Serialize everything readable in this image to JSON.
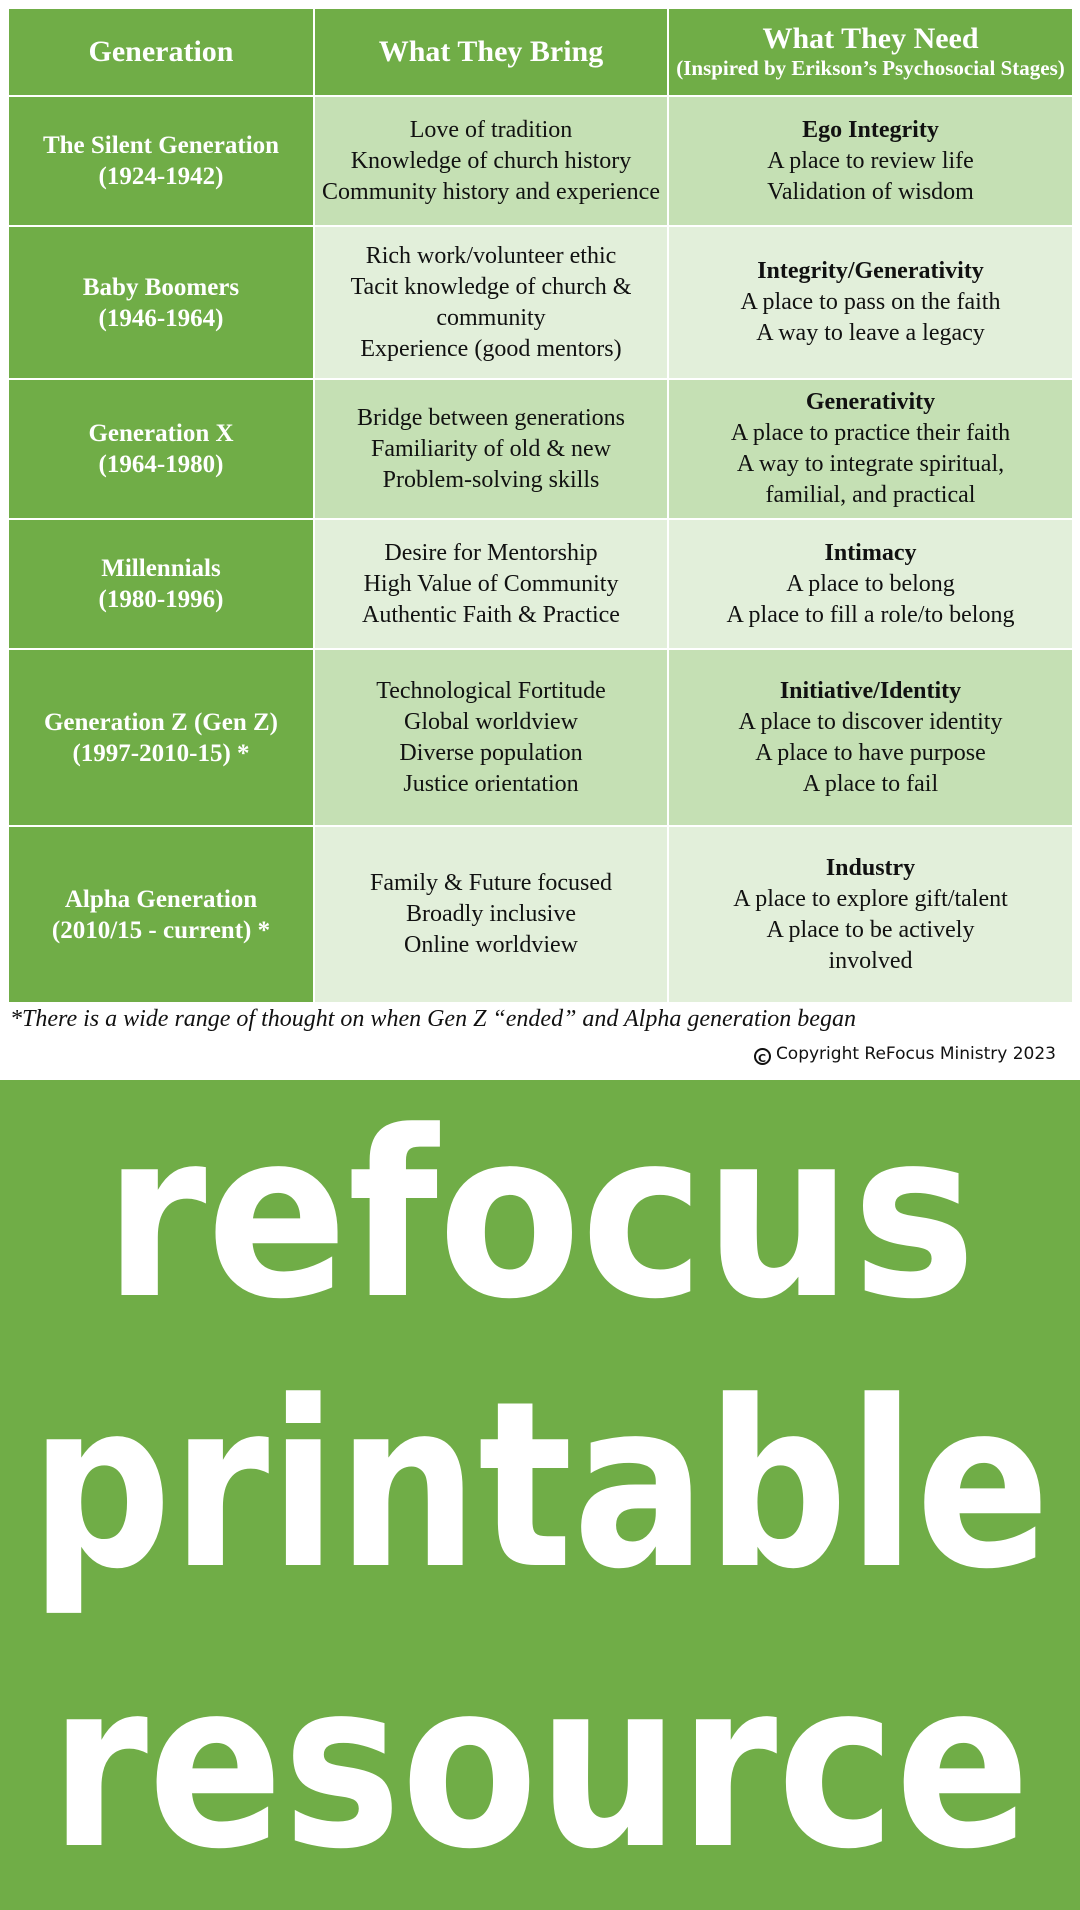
{
  "header": {
    "generation": "Generation",
    "bring": "What They Bring",
    "need": "What They Need",
    "need_sub": "(Inspired by Erikson’s Psychosocial Stages)"
  },
  "rows": [
    {
      "name": "The Silent Generation",
      "years": "(1924-1942)",
      "bring": [
        "Love of tradition",
        "Knowledge of church history",
        "Community history and experience"
      ],
      "need_title": "Ego Integrity",
      "need": [
        "A place to review life",
        "Validation of wisdom"
      ]
    },
    {
      "name": "Baby Boomers",
      "years": "(1946-1964)",
      "bring": [
        "Rich work/volunteer ethic",
        "Tacit knowledge of church &",
        "community",
        "Experience (good mentors)"
      ],
      "need_title": "Integrity/Generativity",
      "need": [
        "A place to pass on the faith",
        "A way to leave a legacy"
      ]
    },
    {
      "name": "Generation X",
      "years": "(1964-1980)",
      "bring": [
        "Bridge between generations",
        "Familiarity of old & new",
        "Problem-solving skills"
      ],
      "need_title": "Generativity",
      "need": [
        "A place to practice their faith",
        "A way to integrate spiritual,",
        "familial, and practical"
      ]
    },
    {
      "name": "Millennials",
      "years": "(1980-1996)",
      "bring": [
        "Desire for Mentorship",
        "High Value of Community",
        "Authentic Faith & Practice"
      ],
      "need_title": "Intimacy",
      "need": [
        "A place to belong",
        "A place to fill a role/to belong"
      ]
    },
    {
      "name": "Generation Z (Gen Z)",
      "years": "(1997-2010-15) *",
      "bring": [
        "Technological Fortitude",
        "Global worldview",
        "Diverse population",
        "Justice orientation"
      ],
      "need_title": "Initiative/Identity",
      "need": [
        "A place to discover identity",
        "A place to have purpose",
        "A place to fail"
      ]
    },
    {
      "name": "Alpha Generation",
      "years": "(2010/15 - current) *",
      "bring": [
        "Family & Future focused",
        "Broadly inclusive",
        "Online worldview"
      ],
      "need_title": "Industry",
      "need": [
        "A place to explore gift/talent",
        "A place to be actively",
        "involved"
      ]
    }
  ],
  "footnote": "*There is a wide range of thought on when Gen Z “ended” and Alpha generation began",
  "copyright": "Copyright ReFocus Ministry 2023",
  "watermark": [
    "refocus",
    "printable",
    "resource"
  ],
  "colors": {
    "dark_green": "#70ad47",
    "mid_green": "#c5e0b4",
    "light_green": "#e2efda"
  }
}
